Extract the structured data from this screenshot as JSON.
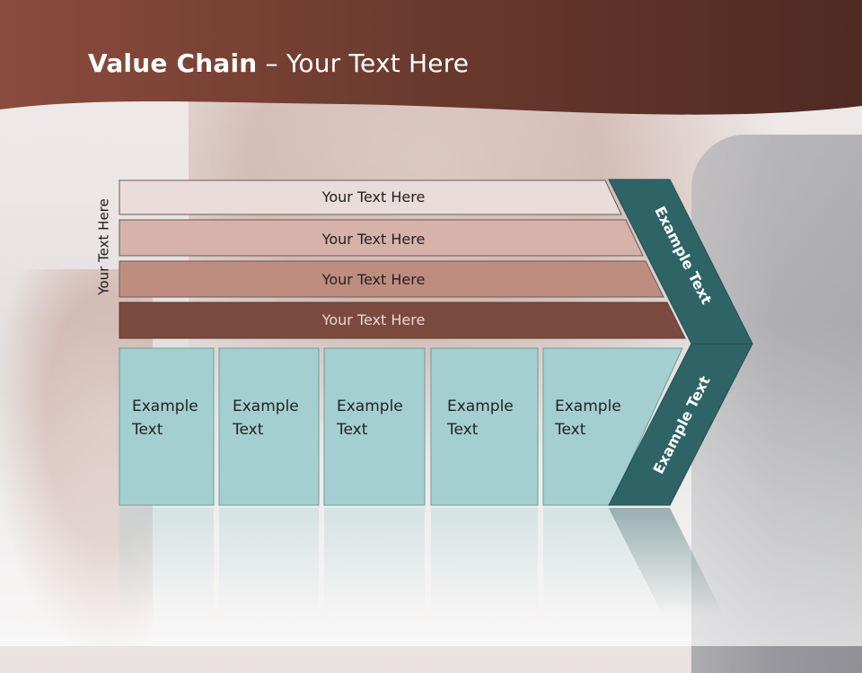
{
  "slide": {
    "title_bold": "Value Chain",
    "title_rest": " – Your Text Here",
    "vertical_label": "Your Text Here"
  },
  "bars": [
    {
      "label": "Your Text Here",
      "fill": "#eadcda"
    },
    {
      "label": "Your Text Here",
      "fill": "#d6b2aa"
    },
    {
      "label": "Your Text Here",
      "fill": "#bf8d80"
    },
    {
      "label": "Your Text Here",
      "fill": "#7b4a3e"
    }
  ],
  "columns": [
    {
      "line1": "Example",
      "line2": "Text"
    },
    {
      "line1": "Example",
      "line2": "Text"
    },
    {
      "line1": "Example",
      "line2": "Text"
    },
    {
      "line1": "Example",
      "line2": "Text"
    },
    {
      "line1": "Example",
      "line2": "Text"
    }
  ],
  "chevron": {
    "upper_label": "Example Text",
    "lower_label": "Example Text"
  },
  "colors": {
    "header": "#6b3a2e",
    "teal_dark": "#2f6466",
    "teal_light": "#a3cfd0"
  }
}
